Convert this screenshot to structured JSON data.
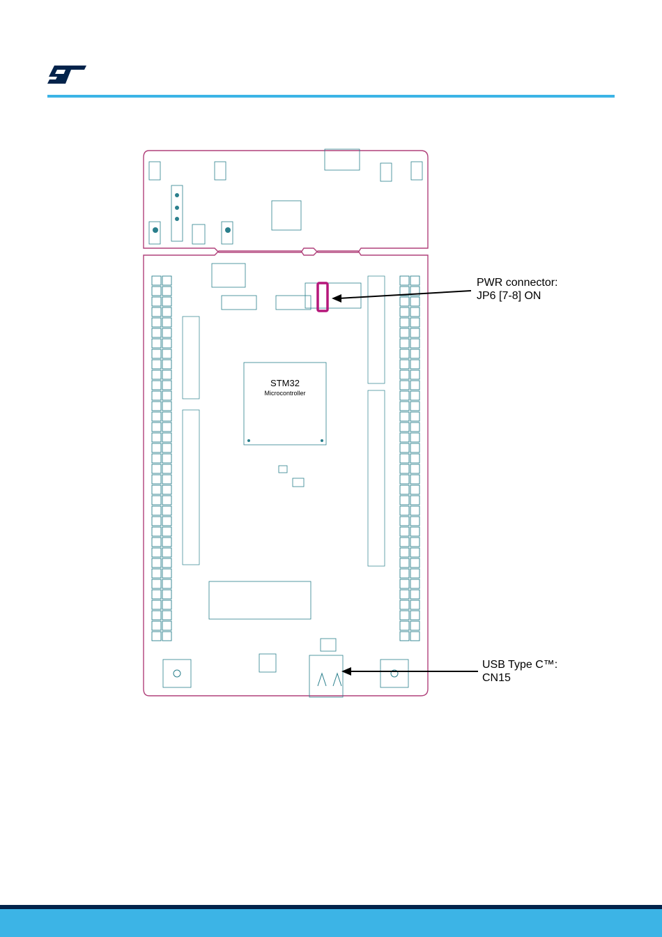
{
  "board": {
    "mcu_name": "STM32",
    "mcu_subtitle": "Microcontroller"
  },
  "callouts": [
    {
      "line1": "PWR connector:",
      "line2": "JP6 [7-8] ON"
    },
    {
      "line1": "USB Type C™:",
      "line2": "CN15"
    }
  ],
  "colors": {
    "accent": "#3cb4e6",
    "footer_dark": "#03234b",
    "board_outline": "#b0407a",
    "highlight": "#b5177a"
  }
}
